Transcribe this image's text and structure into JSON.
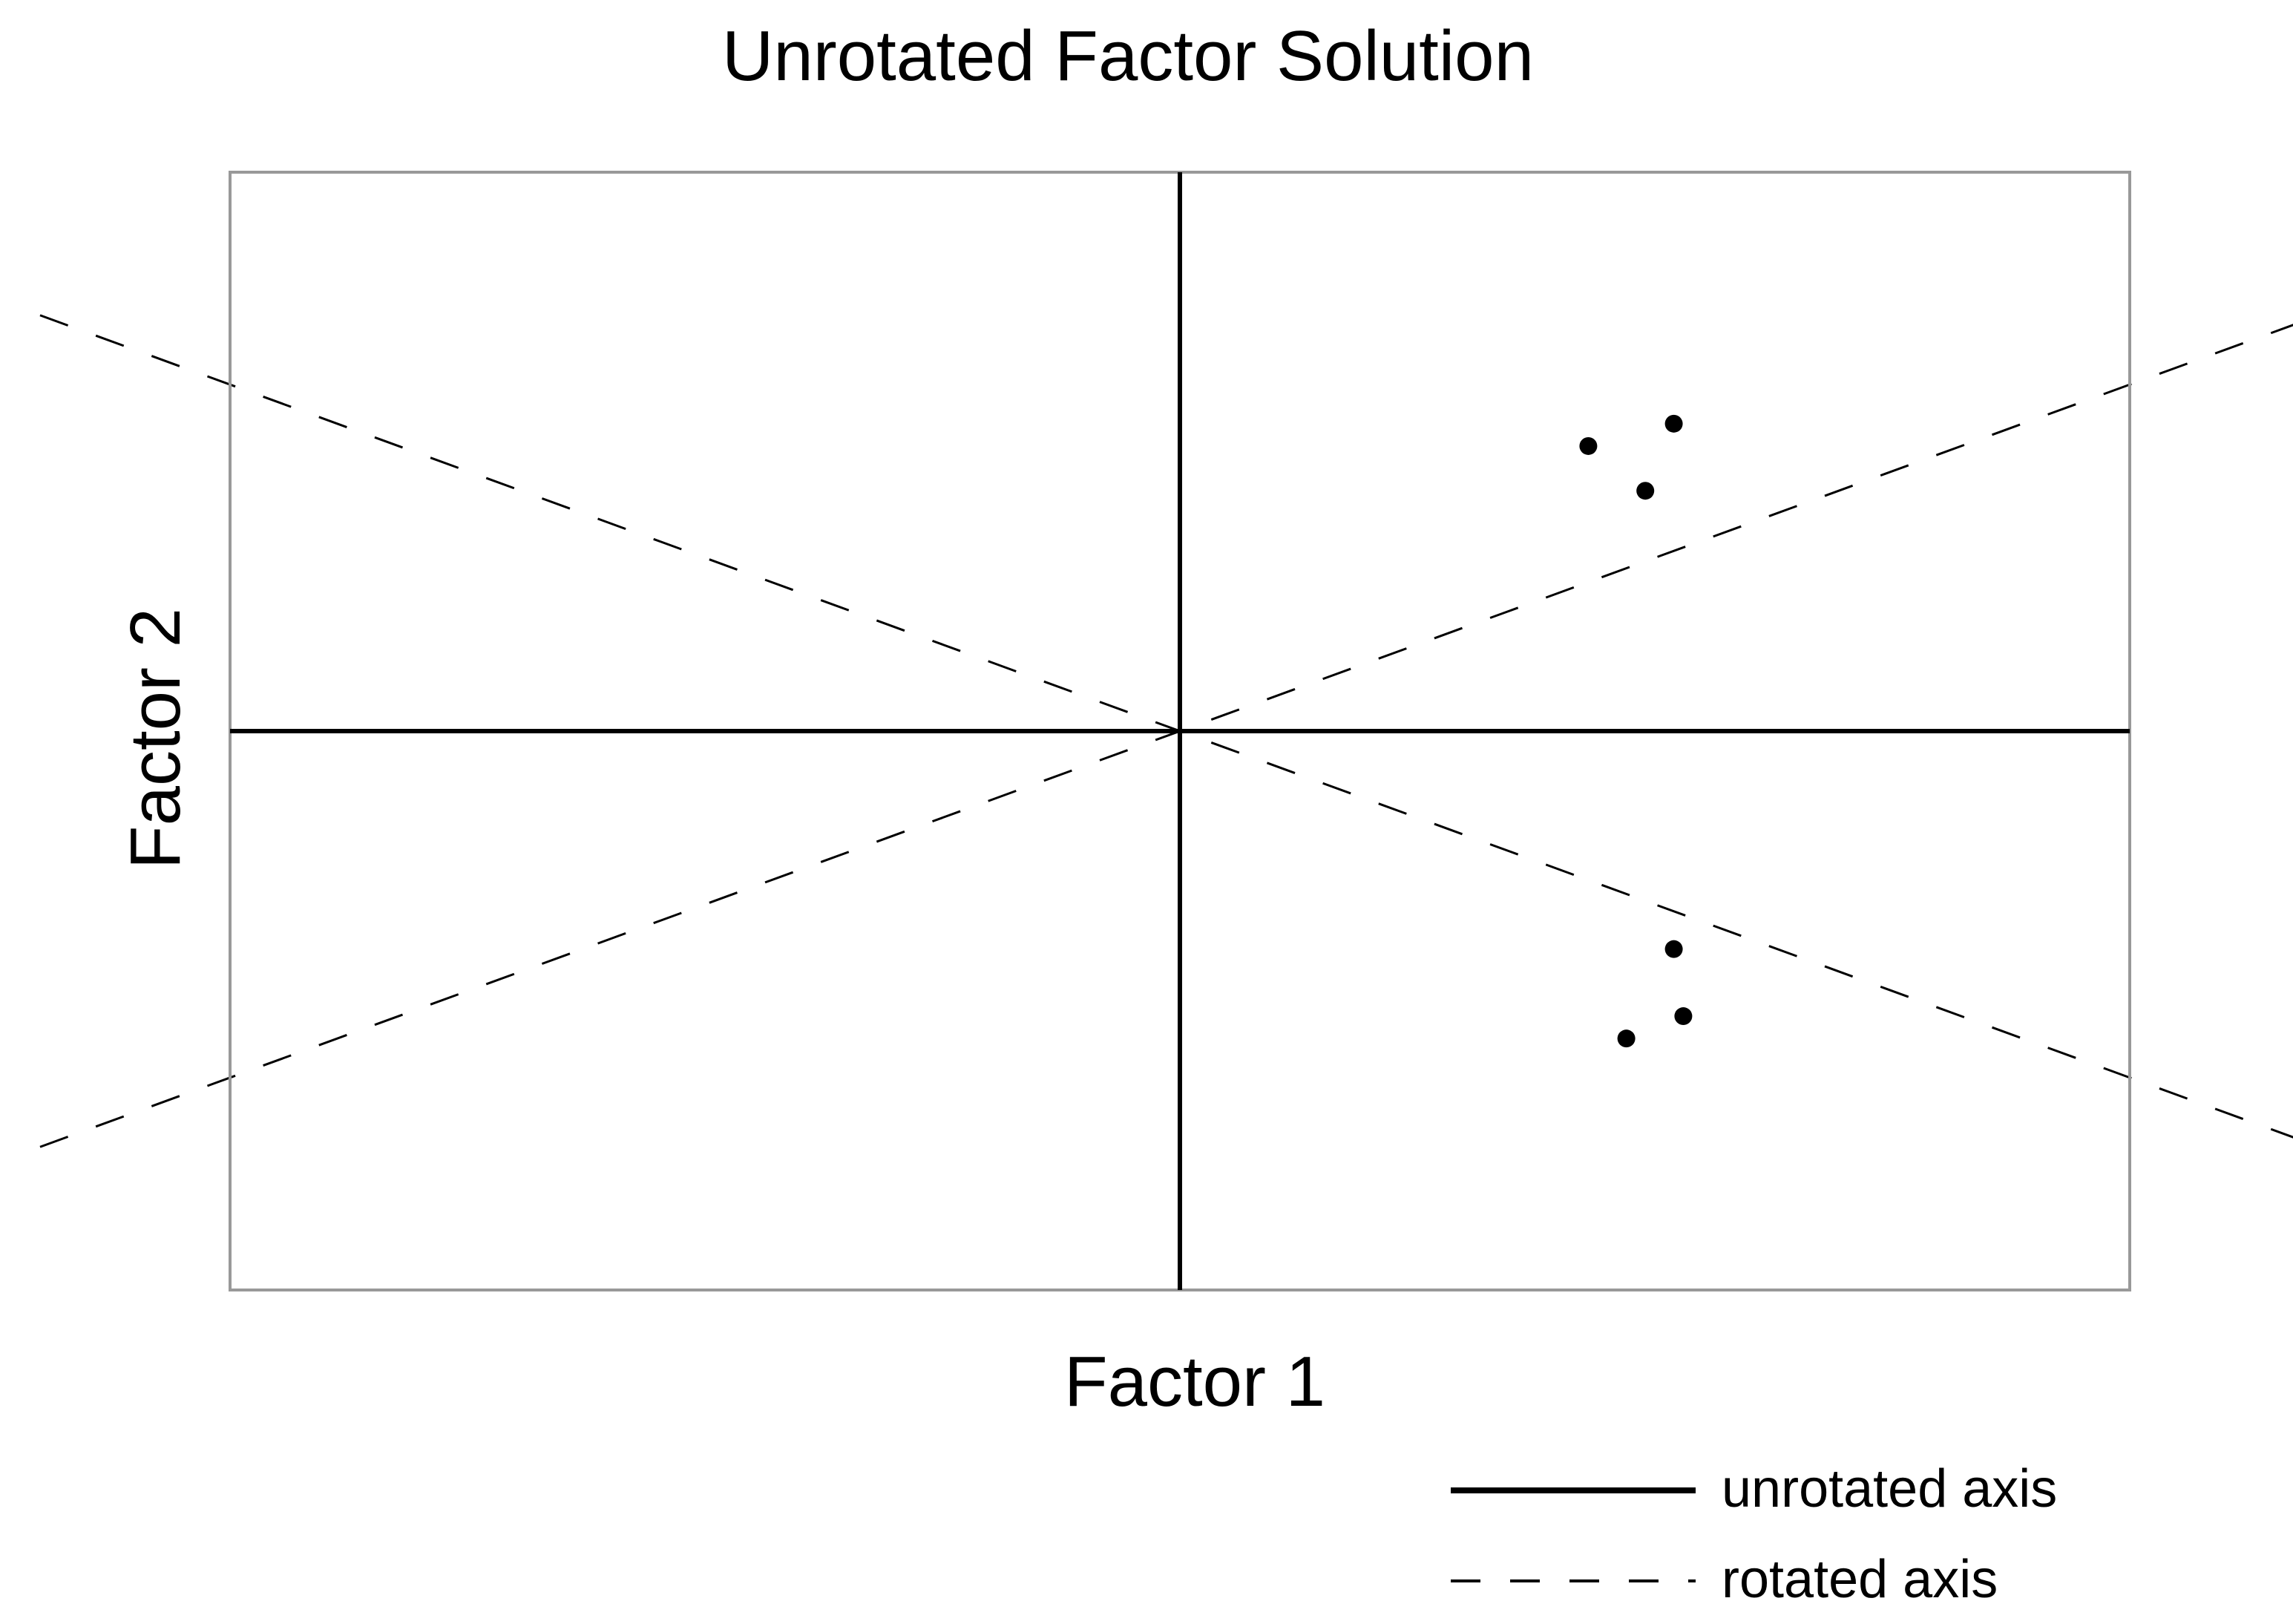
{
  "chart_data": {
    "type": "scatter",
    "title": "Unrotated Factor Solution",
    "xlabel": "Factor 1",
    "ylabel": "Factor 2",
    "xlim": [
      -1,
      1
    ],
    "ylim": [
      -1,
      1
    ],
    "grid": false,
    "legend_position": "bottom-right",
    "points": [
      {
        "x": 0.43,
        "y": 0.51
      },
      {
        "x": 0.52,
        "y": 0.55
      },
      {
        "x": 0.49,
        "y": 0.43
      },
      {
        "x": 0.52,
        "y": -0.39
      },
      {
        "x": 0.53,
        "y": -0.51
      },
      {
        "x": 0.47,
        "y": -0.55
      }
    ],
    "rotated_axes": [
      {
        "slope": 0.62
      },
      {
        "slope": -0.62
      }
    ],
    "legend": {
      "unrotated": "unrotated axis",
      "rotated": "rotated axis"
    },
    "colors": {
      "ink": "#000000",
      "frame": "#999999",
      "background": "#ffffff"
    }
  }
}
